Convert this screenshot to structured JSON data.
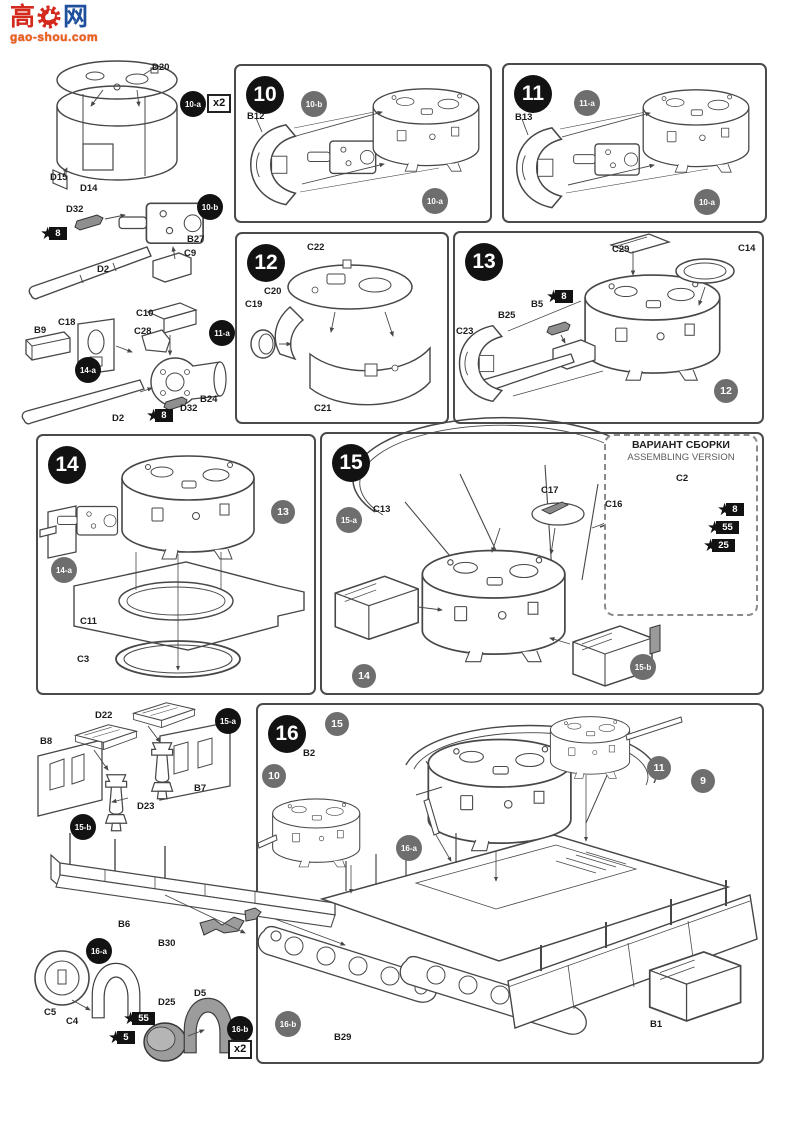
{
  "icons": {
    "star": "★"
  },
  "colors": {
    "badge_black": "#121212",
    "badge_gray": "#6e6e6e",
    "line": "#474747",
    "logo_red": "#d42a1e",
    "logo_blue": "#1d4f9c",
    "logo_orange": "#e8640a"
  },
  "logo": {
    "cn_left": "高",
    "cn_right": "网",
    "site": "gao-shou.com"
  },
  "margin": {
    "cupola": {
      "d20": "D20",
      "d15": "D15",
      "d14": "D14",
      "badge": "10-a",
      "times": "x2"
    },
    "breech": {
      "d32": "D32",
      "star8": "8",
      "b27": "B27",
      "c9": "C9",
      "d2": "D2",
      "badge": "10-b"
    },
    "mantlet": {
      "b9": "B9",
      "c18": "C18",
      "c10": "C10",
      "c28": "C28",
      "b24": "B24",
      "d32": "D32",
      "d2": "D2",
      "star8": "8",
      "badge_11a": "11-a",
      "badge_14a": "14-a"
    },
    "racks": {
      "d22": "D22",
      "b8": "B8",
      "b7": "B7",
      "d23": "D23",
      "badge_15a": "15-a",
      "badge_15b": "15-b"
    },
    "chassis": {
      "b6": "B6",
      "b30": "B30"
    },
    "wheels": {
      "c5": "C5",
      "c4": "C4",
      "d25": "D25",
      "d5": "D5",
      "star55": "55",
      "star5": "5",
      "badge_16a": "16-a",
      "badge_16b": "16-b",
      "times": "x2"
    }
  },
  "steps": {
    "s10": {
      "num": "10",
      "b12": "B12",
      "ref_sub": "10-b",
      "ref_main": "10-a"
    },
    "s11": {
      "num": "11",
      "b13": "B13",
      "ref_sub": "11-a",
      "ref_main": "10-a"
    },
    "s12": {
      "num": "12",
      "c22": "C22",
      "c20": "C20",
      "c19": "C19",
      "c21": "C21"
    },
    "s13": {
      "num": "13",
      "c29": "C29",
      "c14": "C14",
      "b5": "B5",
      "star8": "8",
      "b25": "B25",
      "c23": "C23",
      "ref12": "12"
    },
    "s14": {
      "num": "14",
      "ref13": "13",
      "ref14a": "14-a",
      "c11": "C11",
      "c3": "C3"
    },
    "s15": {
      "num": "15",
      "c13": "C13",
      "c17": "C17",
      "ref15a": "15-a",
      "ref14": "14",
      "ref15b": "15-b",
      "variant": {
        "title_ru": "ВАРИАНТ СБОРКИ",
        "title_en": "ASSEMBLING VERSION",
        "c16": "C16",
        "c2": "C2",
        "star8": "8",
        "star55": "55",
        "star25": "25"
      }
    },
    "s16": {
      "num": "16",
      "ref15": "15",
      "ref10": "10",
      "ref11": "11",
      "ref9": "9",
      "ref16a": "16-a",
      "ref16b": "16-b",
      "b2": "B2",
      "b29": "B29",
      "b1": "B1"
    }
  }
}
